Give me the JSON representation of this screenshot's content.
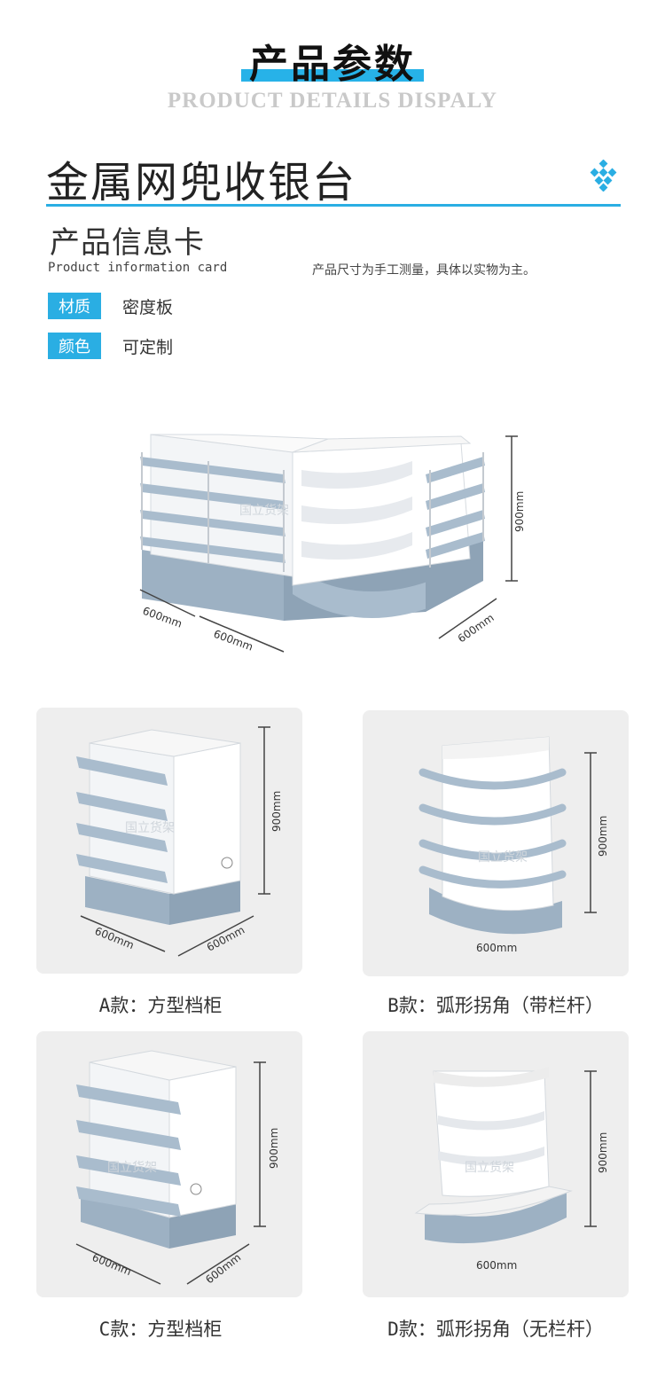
{
  "header": {
    "title": "产品参数",
    "subtitle": "PRODUCT DETAILS DISPALY"
  },
  "product": {
    "name": "金属网兜收银台"
  },
  "info_card": {
    "title": "产品信息卡",
    "subtitle": "Product information card",
    "note": "产品尺寸为手工测量，具体以实物为主。",
    "specs": [
      {
        "label": "材质",
        "value": "密度板"
      },
      {
        "label": "颜色",
        "value": "可定制"
      }
    ]
  },
  "main_figure": {
    "dim_height": "900mm",
    "dim_depth_left": "600mm",
    "dim_width_mid": "600mm",
    "dim_width_right": "600mm",
    "watermark": "国立货架"
  },
  "variants": [
    {
      "caption": "A款：方型档柜",
      "dim_height": "900mm",
      "dim_a": "600mm",
      "dim_b": "600mm",
      "watermark": "国立货架"
    },
    {
      "caption": "B款：弧形拐角（带栏杆）",
      "dim_height": "900mm",
      "dim_a": "600mm",
      "watermark": "国立货架"
    },
    {
      "caption": "C款：方型档柜",
      "dim_height": "900mm",
      "dim_a": "600mm",
      "dim_b": "600mm",
      "watermark": "国立货架"
    },
    {
      "caption": "D款：弧形拐角（无栏杆）",
      "dim_height": "900mm",
      "dim_a": "600mm",
      "watermark": "国立货架"
    }
  ],
  "colors": {
    "accent": "#2aaee3",
    "base_blue": "#9db1c3",
    "card_bg": "#eeeeee"
  },
  "icons": {
    "header_decor": "diamond-dots-icon"
  }
}
